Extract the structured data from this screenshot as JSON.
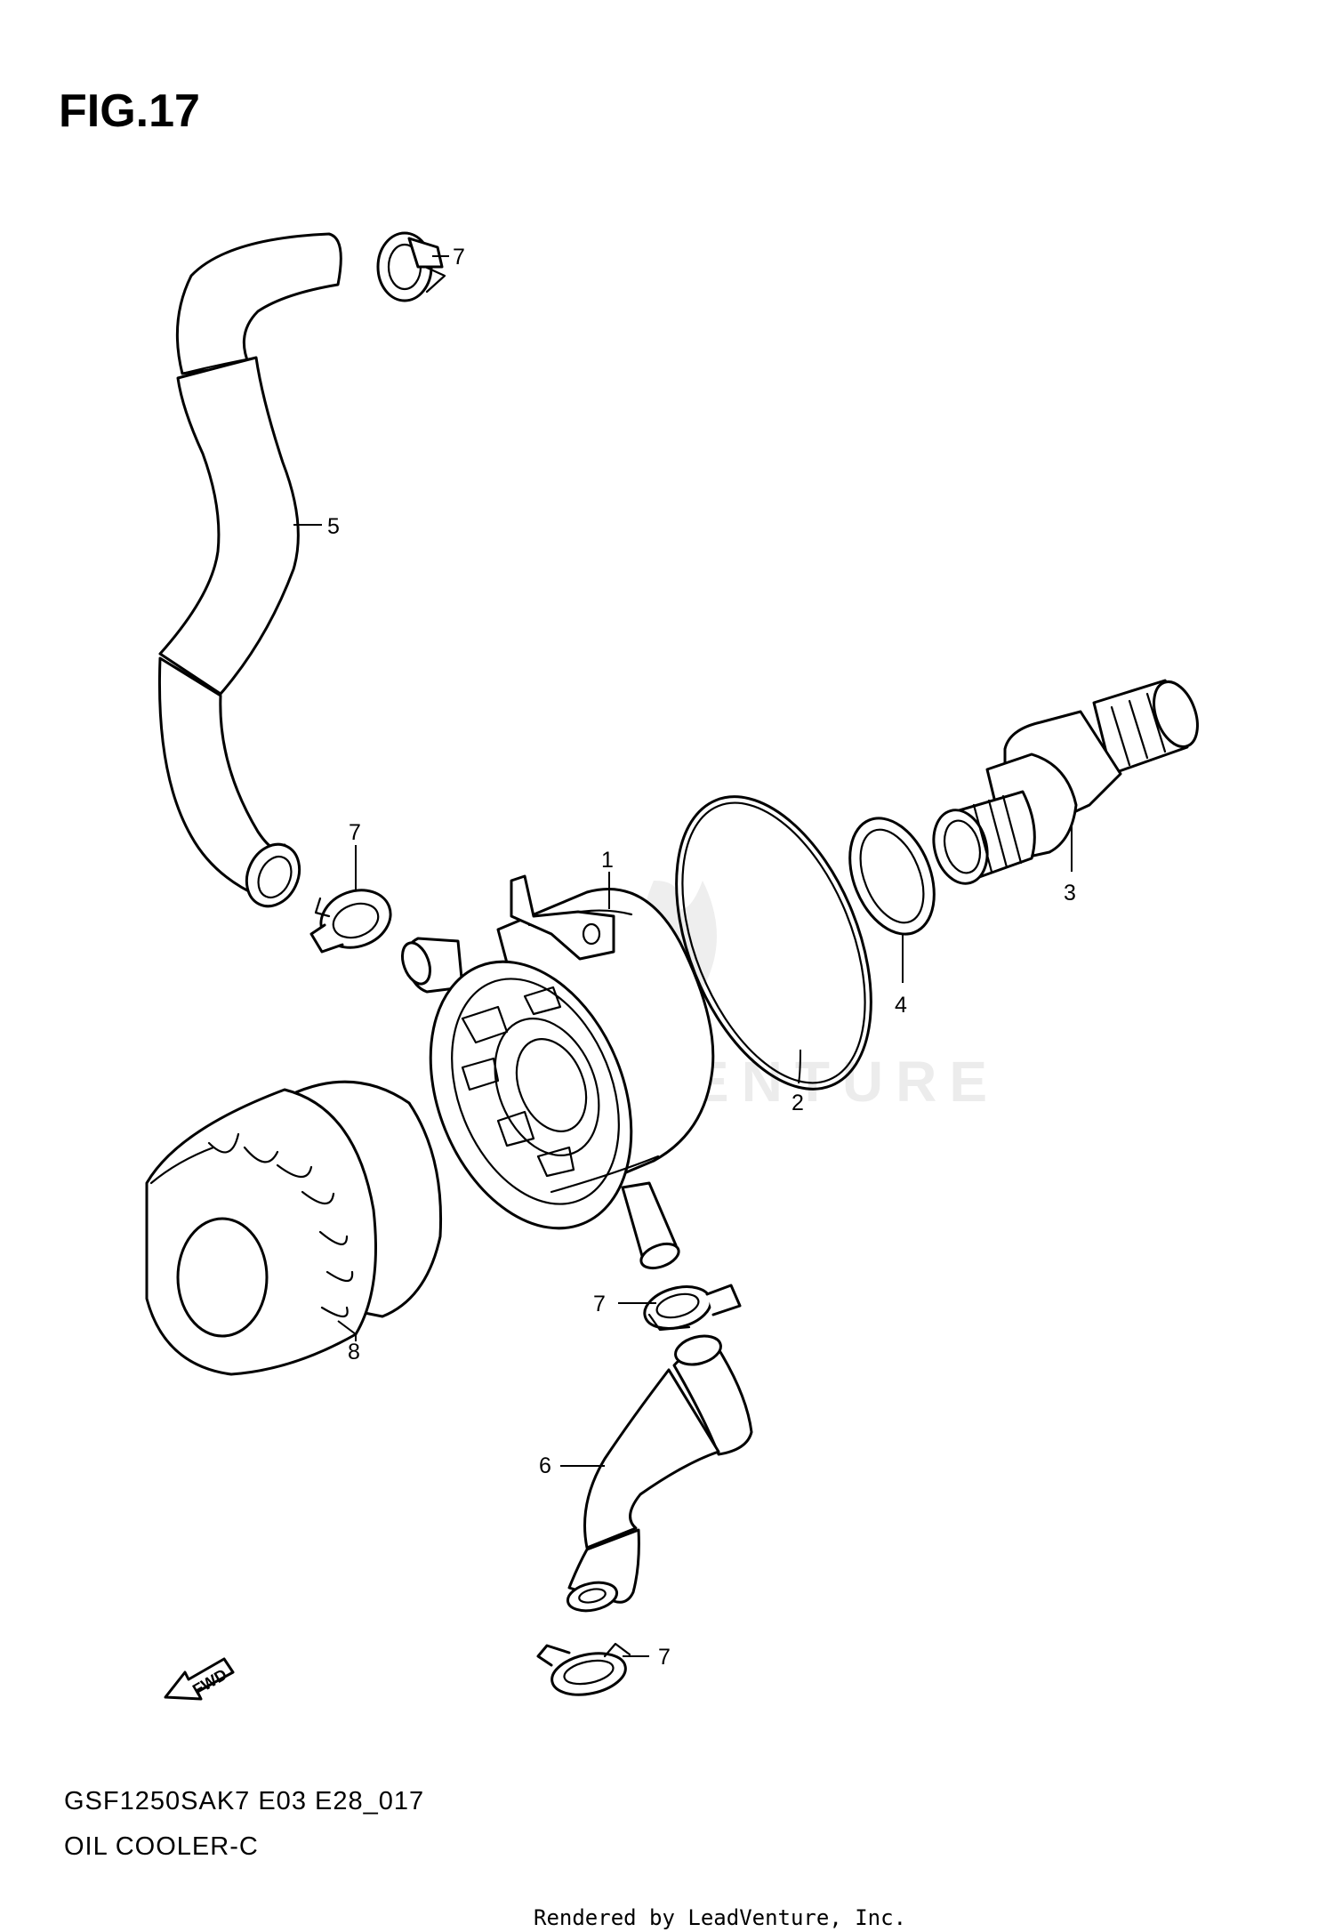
{
  "figure": {
    "title": "FIG.17",
    "model_code": "GSF1250SAK7 E03 E28_017",
    "section_name": "OIL COOLER-C",
    "credit": "Rendered by LeadVenture, Inc.",
    "watermark": "LEADVENTURE",
    "direction_label": "FWD"
  },
  "callouts": [
    {
      "id": "1",
      "label": "1"
    },
    {
      "id": "2",
      "label": "2"
    },
    {
      "id": "3",
      "label": "3"
    },
    {
      "id": "4",
      "label": "4"
    },
    {
      "id": "5",
      "label": "5"
    },
    {
      "id": "6",
      "label": "6"
    },
    {
      "id": "7a",
      "label": "7"
    },
    {
      "id": "7b",
      "label": "7"
    },
    {
      "id": "7c",
      "label": "7"
    },
    {
      "id": "7d",
      "label": "7"
    },
    {
      "id": "8",
      "label": "8"
    }
  ]
}
